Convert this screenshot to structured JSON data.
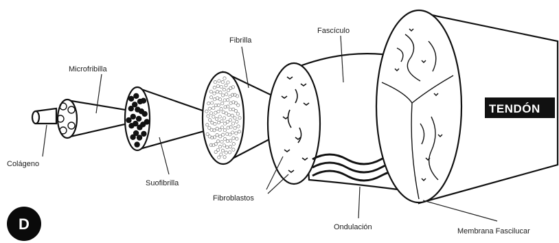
{
  "labels": {
    "colageno": "Colágeno",
    "microfibrilla": "Microfribilla",
    "subfibrilla": "Suofibrilla",
    "fibrilla": "Fibrilla",
    "fasciculo": "Fascículo",
    "fibroblastos": "Fibroblastos",
    "ondulacion": "Ondulación",
    "membrana": "Membrana Fascilucar",
    "tendon": "TENDÓN"
  },
  "badge": "D"
}
